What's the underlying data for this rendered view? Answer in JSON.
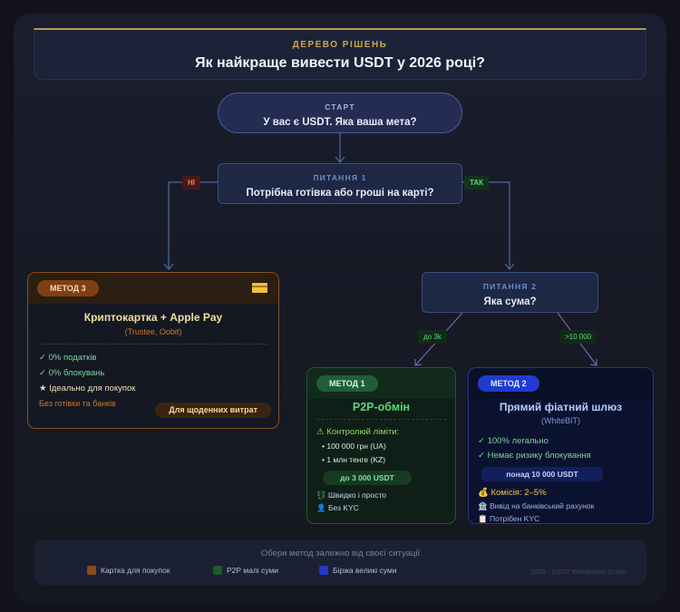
{
  "header": {
    "kicker": "ДЕРЕВО РІШЕНЬ",
    "title": "Як найкраще вивести USDT у 2026 році?",
    "accent_color": "#b49a52"
  },
  "start": {
    "label": "СТАРТ",
    "question": "У вас є USDT. Яка ваша мета?"
  },
  "question1": {
    "label": "ПИТАННЯ 1",
    "question": "Потрібна готівка або гроші на карті?",
    "no_label": "НІ",
    "yes_label": "ТАК"
  },
  "question2": {
    "label": "ПИТАННЯ 2",
    "question": "Яка сума?",
    "left_label": "до 3k",
    "right_label": ">10 000"
  },
  "method3": {
    "badge": "МЕТОД 3",
    "icon": "credit-card-icon",
    "title": "Криптокартка + Apple Pay",
    "subtitle": "(Trustee, Oobit)",
    "items": [
      "✓ 0% податків",
      "✓ 0% блокувань"
    ],
    "highlight": "★ Ідеально для покупок",
    "note": "Без готівки та банків",
    "pill": "Для щоденних витрат",
    "color": "#8a4e1c"
  },
  "method1": {
    "badge": "МЕТОД 1",
    "title": "P2P-обмін",
    "warning": "⚠ Контролюй ліміти:",
    "limits": [
      "• 100 000 грн (UA)",
      "• 1 млн тенге (KZ)"
    ],
    "pill": "до 3 000 USDT",
    "features": [
      {
        "icon": "💱",
        "text": "Швидко і просто"
      },
      {
        "icon": "👤",
        "text": "Без KYC"
      }
    ],
    "color": "#1f5a35"
  },
  "method2": {
    "badge": "МЕТОД 2",
    "title": "Прямий фіатний шлюз",
    "subtitle": "(WhiteBIT)",
    "items": [
      "✓ 100% легально",
      "✓ Немає ризику блокування"
    ],
    "pill": "понад 10 000 USDT",
    "fee": {
      "icon": "💰",
      "text": "Комісія: 2–5%"
    },
    "features": [
      {
        "icon": "🏦",
        "text": "Вивід на банківський рахунок"
      },
      {
        "icon": "📋",
        "text": "Потрібен KYC"
      }
    ],
    "color": "#28378a"
  },
  "footer": {
    "caption": "Обери метод залежно від своєї ситуації",
    "legend": [
      {
        "label": "Картка для покупок",
        "color": "#8a4a1a"
      },
      {
        "label": "P2P малі суми",
        "color": "#1d5a30"
      },
      {
        "label": "Біржа великі суми",
        "color": "#2638c8"
      }
    ],
    "credit": "2026 · USDT Withdrawal Guide"
  }
}
